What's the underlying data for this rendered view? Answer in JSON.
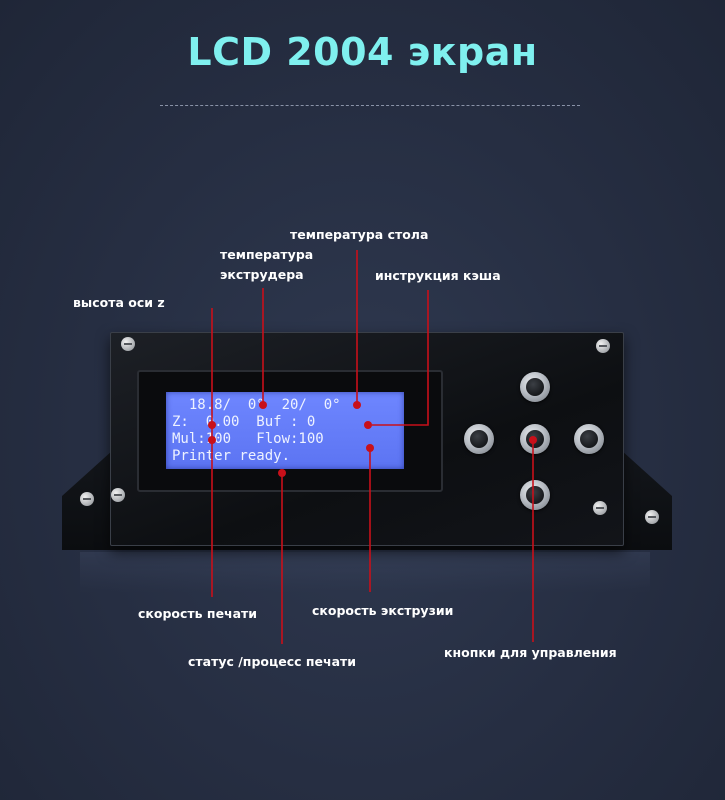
{
  "title": "LCD 2004  экран",
  "labels": {
    "z_height": "высота оси z",
    "extruder_temp_line1": "температура",
    "extruder_temp_line2": "экструдера",
    "bed_temp": "температура стола",
    "cache": "инструкция кэша",
    "print_speed": "скорость печати",
    "status": "статус /процесс печати",
    "extrusion_speed": "скорость экструзии",
    "buttons": "кнопки для управления"
  },
  "lcd": {
    "rows": [
      "  18.8/  0°  20/  0°",
      "Z:  0.00  Buf : 0",
      "Mul:100   Flow:100",
      "Printer ready."
    ]
  },
  "colors": {
    "title": "#7ff0ef",
    "leader": "#c8101a",
    "lcd_background": "#6e86ff"
  }
}
